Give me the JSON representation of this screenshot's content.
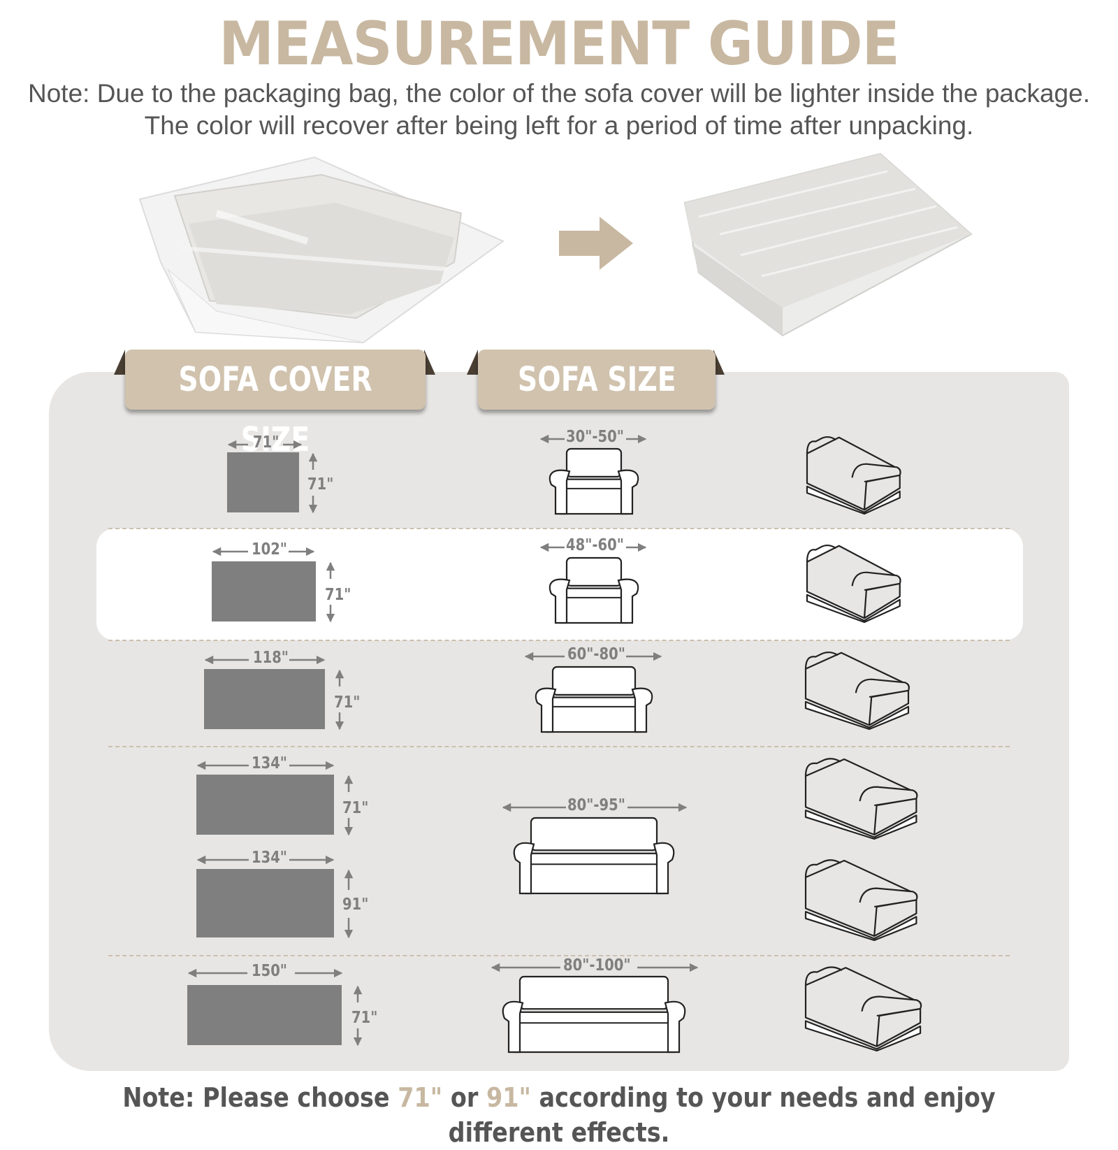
{
  "title": "MEASUREMENT GUIDE",
  "note_line1": "Note: Due to the packaging bag, the color of the sofa cover will be lighter inside the package.",
  "note_line2": "The color will recover after being left for a period of time after unpacking.",
  "tabs": {
    "cover": "SOFA COVER SIZE",
    "sofa": "SOFA SIZE"
  },
  "rows": [
    {
      "cover_width": "71\"",
      "cover_height": "71\"",
      "sofa_width": "30\"-50\""
    },
    {
      "cover_width": "102\"",
      "cover_height": "71\"",
      "sofa_width": "48\"-60\""
    },
    {
      "cover_width": "118\"",
      "cover_height": "71\"",
      "sofa_width": "60\"-80\""
    },
    {
      "cover_width": "134\"",
      "cover_height": "71\"",
      "cover2_width": "134\"",
      "cover2_height": "91\"",
      "sofa_width": "80\"-95\""
    },
    {
      "cover_width": "150\"",
      "cover_height": "71\"",
      "sofa_width": "80\"-100\""
    }
  ],
  "bottom_note": {
    "a": "Note: Please choose ",
    "b": "71\"",
    "c": " or ",
    "d": "91\"",
    "e": " according to your needs and enjoy different effects."
  },
  "colors": {
    "accent": "#c8b8a1",
    "panel": "#e8e6e4",
    "rect": "#7f7f7f",
    "text": "#555555"
  }
}
